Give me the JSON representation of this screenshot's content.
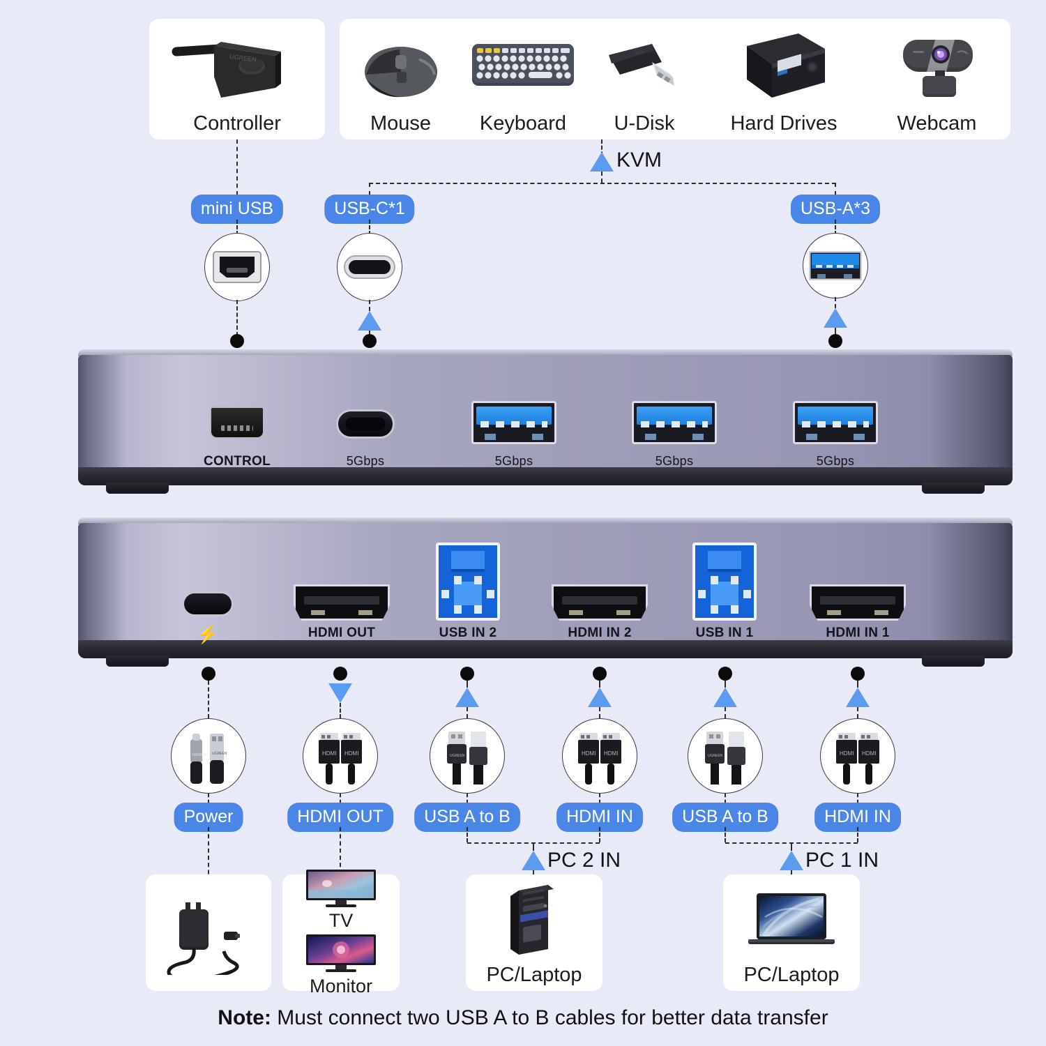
{
  "background_color": "#e8eaf8",
  "accent_color": "#4a86e8",
  "arrow_color": "#5b9bf0",
  "top_devices": [
    {
      "label": "Controller",
      "icon": "controller-icon"
    },
    {
      "label": "Mouse",
      "icon": "mouse-icon"
    },
    {
      "label": "Keyboard",
      "icon": "keyboard-icon"
    },
    {
      "label": "U-Disk",
      "icon": "usb-flash-drive-icon"
    },
    {
      "label": "Hard Drives",
      "icon": "external-hard-drive-icon"
    },
    {
      "label": "Webcam",
      "icon": "webcam-icon"
    }
  ],
  "kvm": {
    "label": "KVM"
  },
  "top_badges": [
    {
      "label": "mini USB",
      "port_icon": "mini-usb-port-icon"
    },
    {
      "label": "USB-C*1",
      "port_icon": "usb-c-port-icon"
    },
    {
      "label": "USB-A*3",
      "port_icon": "usb-a-port-icon"
    }
  ],
  "device_front": {
    "ports": [
      {
        "label": "CONTROL",
        "type": "mini-usb"
      },
      {
        "label": "5Gbps",
        "type": "usb-c"
      },
      {
        "label": "5Gbps",
        "type": "usb-a"
      },
      {
        "label": "5Gbps",
        "type": "usb-a"
      },
      {
        "label": "5Gbps",
        "type": "usb-a"
      }
    ]
  },
  "device_rear": {
    "ports": [
      {
        "label": "",
        "type": "usb-c-power",
        "icon": "lightning-bolt-icon"
      },
      {
        "label": "HDMI OUT",
        "type": "hdmi"
      },
      {
        "label": "USB IN 2",
        "type": "usb-b"
      },
      {
        "label": "HDMI IN 2",
        "type": "hdmi"
      },
      {
        "label": "USB IN 1",
        "type": "usb-b"
      },
      {
        "label": "HDMI IN 1",
        "type": "hdmi"
      }
    ]
  },
  "bottom_badges": [
    {
      "label": "Power",
      "cable_icon": "usb-c-to-usb-a-cable-icon"
    },
    {
      "label": "HDMI OUT",
      "cable_icon": "hdmi-cable-icon"
    },
    {
      "label": "USB A to B",
      "cable_icon": "usb-a-to-b-cable-icon"
    },
    {
      "label": "HDMI IN",
      "cable_icon": "hdmi-cable-icon"
    },
    {
      "label": "USB A to B",
      "cable_icon": "usb-a-to-b-cable-icon"
    },
    {
      "label": "HDMI IN",
      "cable_icon": "hdmi-cable-icon"
    }
  ],
  "group_labels": [
    {
      "label": "PC 2 IN"
    },
    {
      "label": "PC 1 IN"
    }
  ],
  "bottom_devices": [
    {
      "label": "",
      "icon": "power-adapter-icon"
    },
    {
      "label_top": "TV",
      "label_bottom": "Monitor",
      "icon": "tv-monitor-icon"
    },
    {
      "label": "PC/Laptop",
      "icon": "desktop-tower-icon"
    },
    {
      "label": "PC/Laptop",
      "icon": "laptop-icon"
    }
  ],
  "note": {
    "prefix": "Note:",
    "text": " Must connect two USB A to B cables for better data transfer"
  }
}
